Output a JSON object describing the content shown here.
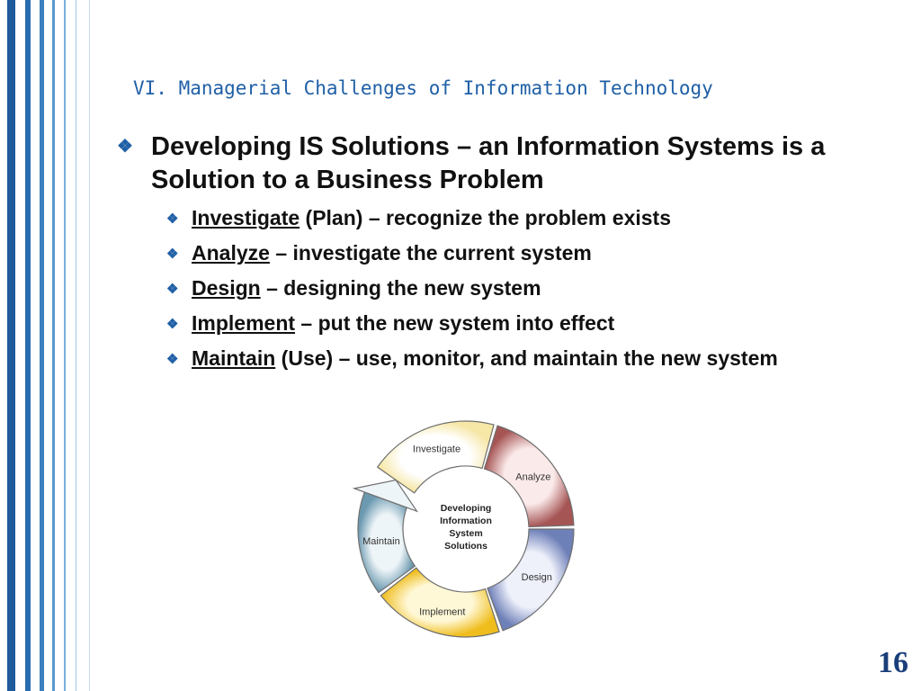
{
  "slide": {
    "title": "VI. Managerial Challenges of Information Technology",
    "main_bullet": "Developing IS Solutions – an Information Systems is a Solution to a Business Problem",
    "sub_bullets": [
      {
        "term": "Investigate",
        "rest": " (Plan) – recognize the problem exists"
      },
      {
        "term": "Analyze",
        "rest": " – investigate the current system"
      },
      {
        "term": "Design",
        "rest": " – designing the new system"
      },
      {
        "term": "Implement",
        "rest": " – put the new system into effect"
      },
      {
        "term": "Maintain",
        "rest": " (Use) – use, monitor, and maintain the new system"
      }
    ],
    "page_number": "16"
  },
  "diagram": {
    "center_lines": [
      "Developing",
      "Information",
      "System",
      "Solutions"
    ],
    "segments": [
      "Investigate",
      "Analyze",
      "Design",
      "Implement",
      "Maintain"
    ]
  },
  "colors": {
    "accent": "#1f5fa6",
    "investigate": "#fbf3c8",
    "analyze": "#b56767",
    "design": "#7e8fc2",
    "implement": "#f0c228",
    "maintain": "#7fa8bc"
  },
  "icons": [
    "diamond-bullet-icon"
  ]
}
